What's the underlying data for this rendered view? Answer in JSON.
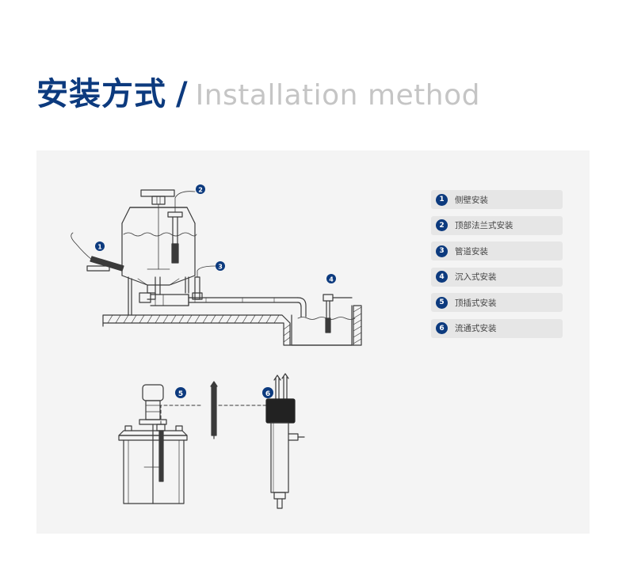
{
  "header": {
    "title_cn": "安装方式",
    "separator": "/",
    "title_en": "Installation method"
  },
  "methods": [
    {
      "num": "1",
      "label": "侧壁安装"
    },
    {
      "num": "2",
      "label": "顶部法兰式安装"
    },
    {
      "num": "3",
      "label": "管道安装"
    },
    {
      "num": "4",
      "label": "沉入式安装"
    },
    {
      "num": "5",
      "label": "顶插式安装"
    },
    {
      "num": "6",
      "label": "流通式安装"
    }
  ],
  "colors": {
    "brand_blue": "#0c3a7e",
    "line": "#3a3a3a",
    "panel_bg": "#f4f4f4",
    "legend_item_bg": "#e6e6e6"
  }
}
